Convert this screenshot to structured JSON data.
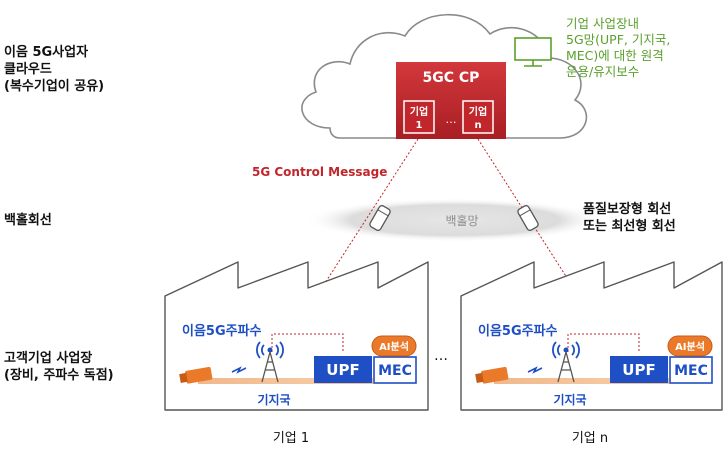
{
  "left_labels": {
    "cloud": [
      "이음 5G사업자",
      "클라우드",
      "(복수기업이 공유)"
    ],
    "backhaul": "백홀회선",
    "site": [
      "고객기업 사업장",
      "(장비, 주파수 독점)"
    ]
  },
  "cloud": {
    "cp_title": "5GC CP",
    "tenant_first": [
      "기업",
      "1"
    ],
    "tenant_dots": "…",
    "tenant_last": [
      "기업",
      "n"
    ]
  },
  "monitor_note": [
    "기업 사업장내",
    "5G망(UPF, 기지국,",
    "MEC)에 대한 원격",
    "운용/유지보수"
  ],
  "control_message": "5G Control Message",
  "backhaul_network": "백홀망",
  "backhaul_note": [
    "품질보장형 회선",
    "또는 최선형 회선"
  ],
  "factories": [
    {
      "spectrum": "이음5G주파수",
      "ai_badge": "AI분석",
      "upf": "UPF",
      "mec": "MEC",
      "base_station": "기지국",
      "caption": "기업 1"
    },
    {
      "spectrum": "이음5G주파수",
      "ai_badge": "AI분석",
      "upf": "UPF",
      "mec": "MEC",
      "base_station": "기지국",
      "caption": "기업 n"
    }
  ],
  "between_dots": "…",
  "colors": {
    "cp_red": "#c0262b",
    "blue": "#1e4fc4",
    "green": "#5aa02c",
    "orange": "#ea7a2a",
    "grey": "#8c8c8c"
  },
  "icons": [
    "cloud-icon",
    "monitor-icon",
    "antenna-tower-icon",
    "camera-icon",
    "link-device-icon"
  ]
}
